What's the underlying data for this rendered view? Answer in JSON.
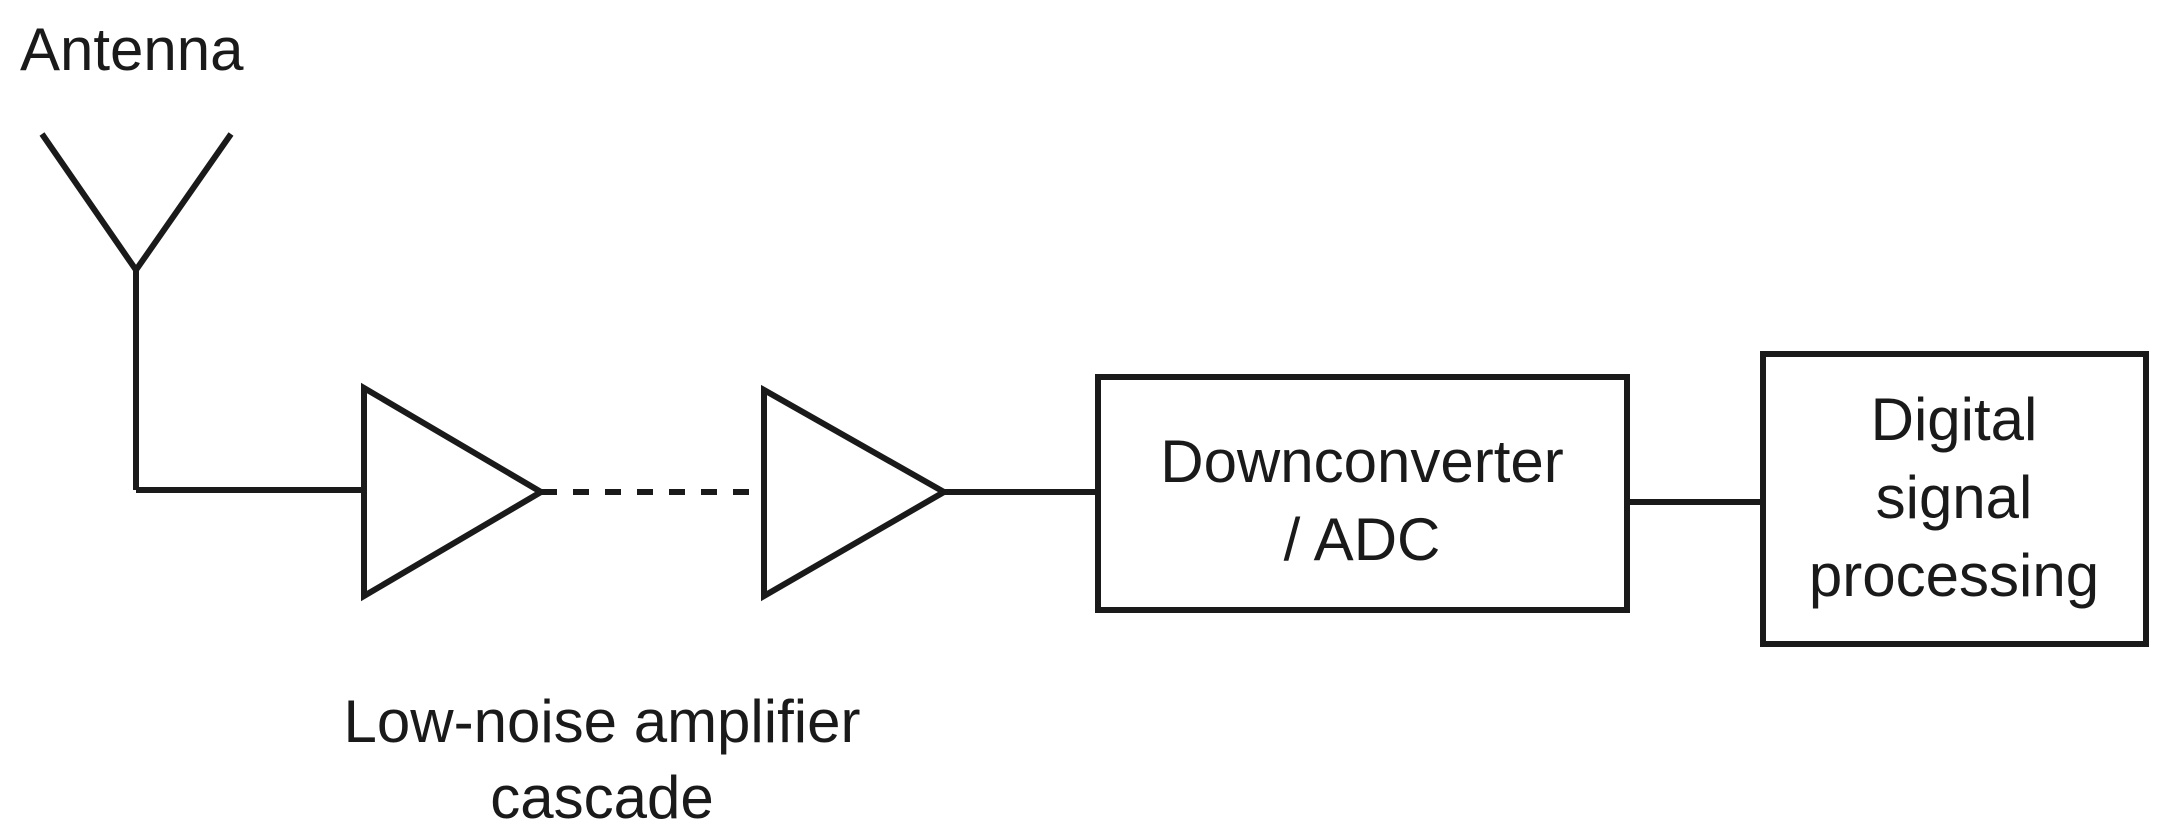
{
  "labels": {
    "antenna": "Antenna",
    "lna_line1": "Low-noise amplifier",
    "lna_line2": "cascade",
    "downconverter_line1": "Downconverter",
    "downconverter_line2": "/ ADC",
    "dsp_line1": "Digital",
    "dsp_line2": "signal",
    "dsp_line3": "processing"
  },
  "icons": {
    "antenna": "antenna-icon",
    "amplifier": "amplifier-triangle-icon"
  },
  "colors": {
    "stroke": "#1a1a1a",
    "background": "#ffffff"
  }
}
